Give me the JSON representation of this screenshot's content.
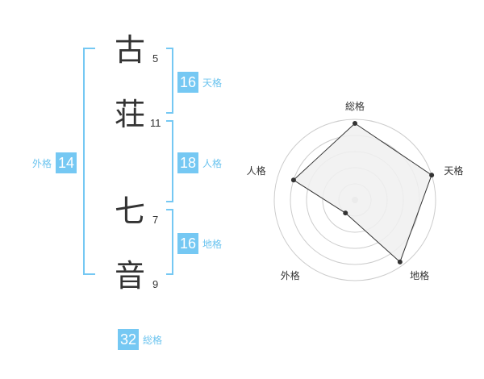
{
  "name": {
    "chars": [
      {
        "char": "古",
        "strokes": "5"
      },
      {
        "char": "荘",
        "strokes": "11"
      },
      {
        "char": "七",
        "strokes": "7"
      },
      {
        "char": "音",
        "strokes": "9"
      }
    ]
  },
  "kakusu": {
    "tenkaku": {
      "value": "16",
      "label": "天格"
    },
    "jinkaku": {
      "value": "18",
      "label": "人格"
    },
    "chikaku": {
      "value": "16",
      "label": "地格"
    },
    "gaikaku": {
      "value": "14",
      "label": "外格"
    },
    "soukaku": {
      "value": "32",
      "label": "総格"
    }
  },
  "chart_data": {
    "type": "radar",
    "axes": [
      "総格",
      "天格",
      "地格",
      "外格",
      "人格"
    ],
    "values": [
      0.95,
      1.0,
      0.95,
      0.2,
      0.8
    ],
    "rings": 5,
    "colors": {
      "fill": "#f0f0f0",
      "line": "#333333",
      "grid": "#cccccc",
      "point": "#333333"
    }
  },
  "colors": {
    "accent": "#75c8f3",
    "bracket": "#75c8f3",
    "label": "#6cc4ef"
  }
}
